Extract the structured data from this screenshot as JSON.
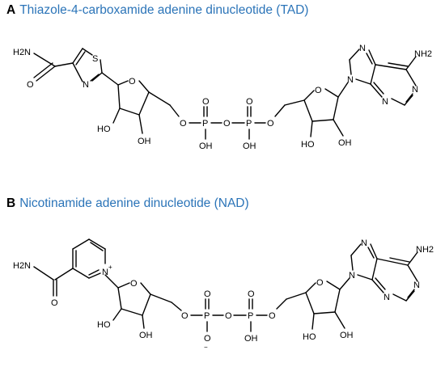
{
  "panels": [
    {
      "letter": "A",
      "name": "Thiazole-4-carboxamide adenine dinucleotide (TAD)",
      "labels": {
        "amide_h2n": "H2N",
        "amide_o": "O",
        "thiazole_s": "S",
        "thiazole_n": "N",
        "ribose_o1": "O",
        "ho_a": "HO",
        "oh_a": "OH",
        "link_o1": "O",
        "p1": "P",
        "p1_o_top": "O",
        "p1_oh": "OH",
        "bridge_o": "O",
        "p2": "P",
        "p2_o_top": "O",
        "p2_oh": "OH",
        "link_o2": "O",
        "ribose_o2": "O",
        "ho_b": "HO",
        "oh_b": "OH",
        "ad_n7": "N",
        "ad_n9": "N",
        "ad_n3": "N",
        "ad_n1": "N",
        "ad_nh2": "NH2"
      }
    },
    {
      "letter": "B",
      "name": "Nicotinamide adenine dinucleotide (NAD)",
      "labels": {
        "amide_h2n": "H2N",
        "amide_o": "O",
        "pyridinium_n": "N",
        "pyridinium_charge": "+",
        "ribose_o1": "O",
        "ho_a": "HO",
        "oh_a": "OH",
        "link_o1": "O",
        "p1": "P",
        "p1_o_top": "O",
        "p1_o_minus": "O",
        "p1_o_minus_charge": "−",
        "bridge_o": "O",
        "p2": "P",
        "p2_o_top": "O",
        "p2_oh": "OH",
        "link_o2": "O",
        "ribose_o2": "O",
        "ho_b": "HO",
        "oh_b": "OH",
        "ad_n7": "N",
        "ad_n9": "N",
        "ad_n3": "N",
        "ad_n1": "N",
        "ad_nh2": "NH2"
      }
    }
  ]
}
